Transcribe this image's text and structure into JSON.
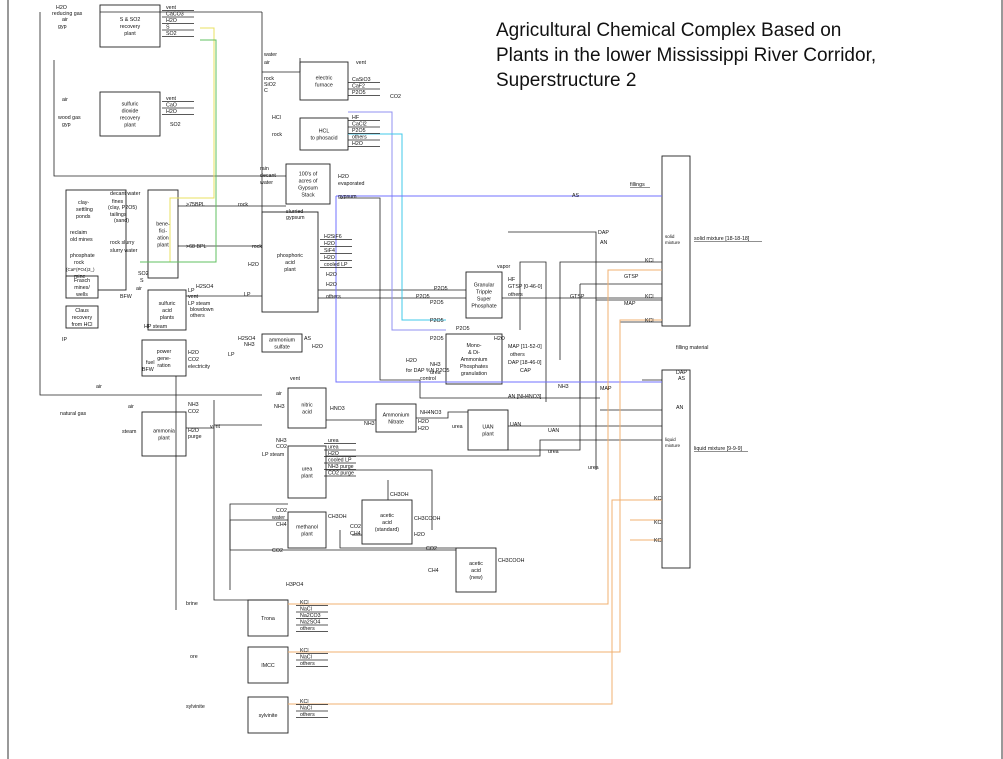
{
  "title": {
    "line1": "Agricultural Chemical Complex Based on",
    "line2": "Plants in the lower Mississippi River Corridor,",
    "line3": "Superstructure 2"
  },
  "colors": {
    "line": "#222222",
    "blue": "#7070ff",
    "cyan": "#40c8e8",
    "yellow": "#e8e060",
    "green": "#60c060",
    "orange": "#f0b070",
    "lavender": "#9090f0"
  },
  "plants": {
    "s_so2": [
      "S & SO2",
      "recovery",
      "plant"
    ],
    "sulfur_dioxide": [
      "sulfuric",
      "dioxide",
      "recovery",
      "plant"
    ],
    "electric_furnace": [
      "electric",
      "furnace"
    ],
    "hcl": [
      "HCL",
      "to phosacid"
    ],
    "gypsum": [
      "100's of",
      "acres of",
      "Gypsum",
      "Stack"
    ],
    "clay": [
      "clay-",
      "settling",
      "ponds"
    ],
    "reclaim": [
      "reclaim",
      "old mines"
    ],
    "phosrock": [
      "phosphate",
      "rock",
      "(CaF(PO4)3_)",
      "mine"
    ],
    "benef": [
      "bene-",
      "fici-",
      "ation",
      "plant"
    ],
    "phosacid": [
      "phosphoric",
      "acid",
      "plant"
    ],
    "granular": [
      "Granular",
      "Tripple",
      "Super",
      "Phosphate"
    ],
    "frasch": [
      "Frasch",
      "mines/",
      "wells"
    ],
    "claus": [
      "Claus",
      "recovery",
      "from HCl"
    ],
    "sulfuric": [
      "sulfuric",
      "acid",
      "plants"
    ],
    "ammsulf": [
      "ammonium",
      "sulfate"
    ],
    "monodi": [
      "Mono-",
      "& Di-",
      "Ammonium",
      "Phosphates",
      "granulation"
    ],
    "power": [
      "power",
      "gene-",
      "ration"
    ],
    "nitric": [
      "nitric",
      "acid"
    ],
    "ammnitrate": [
      "Ammonium",
      "Nitrate"
    ],
    "uanplant": [
      "UAN",
      "plant"
    ],
    "ammonia": [
      "ammonia",
      "plant"
    ],
    "urea": [
      "urea",
      "plant"
    ],
    "methanol": [
      "methanol",
      "plant"
    ],
    "acetic_std": [
      "acetic",
      "acid",
      "(standard)"
    ],
    "acetic_new": [
      "acetic",
      "acid",
      "(new)"
    ],
    "trona": [
      "Trona"
    ],
    "imcc": [
      "IMCC"
    ],
    "sylvinite": [
      "sylvinite"
    ],
    "solid": [
      "solid",
      "mixture"
    ],
    "liquid": [
      "liquid",
      "mixture"
    ]
  },
  "streams": {
    "h2o": "H2O",
    "reducing_gas": "reducing gas",
    "air": "air",
    "gyp": "gyp",
    "vent": "vent",
    "caco3": "CaCO3",
    "s": "S",
    "so2": "SO2",
    "cao": "CaO",
    "wood_gas": "wood gas",
    "water": "water",
    "rock": "rock",
    "sio2": "SiO2",
    "c": "C",
    "casio3": "CaSiO3",
    "caf2": "CaF2",
    "p2o5": "P2O5",
    "co2": "CO2",
    "hcl": "HCl",
    "hf": "HF",
    "cacl2": "CaCl2",
    "others": "others",
    "rain": "rain",
    "decant": "decant",
    "evaporated": "evaporated",
    "gypsum_u": "gypsum",
    "slurried_gypsum": [
      "slurried",
      "gypsum"
    ],
    "decant_water": "decant water",
    "fines": "fines",
    "clay_p2o5": "(clay, P2O5)",
    "tailings": "tailings",
    "sand": "(sand)",
    "rock_slurry": "rock slurry",
    "slurry_water": "slurry water",
    "bpl75": ">75BPL",
    "bpl68": ">68 BPL",
    "h2sif6": "H2SiF6",
    "sif4": "SiF4",
    "cooled_lp": "cooled LP",
    "vapor": "vapor",
    "gtsp_0460": "GTSP [0-46-0]",
    "gtsp": "GTSP",
    "as": "AS",
    "dap": "DAP",
    "an": "AN",
    "map": "MAP",
    "kcl": "KCl",
    "fillings": "fillings",
    "solid_out": "solid mixture [18-18-18]",
    "liquid_out": "liquid mixture [9-9-9]",
    "filling_material": "filling material",
    "h2so4": "H2SO4",
    "lp": "LP",
    "bfw": "BFW",
    "lp_steam": "LP steam",
    "blowdown": "blowdown",
    "hp_steam": "HP steam",
    "nh3": "NH3",
    "map_11520": "MAP [11-52-0]",
    "dap_18460": "DAP [18-46-0]",
    "cap": "CAP",
    "dap_control": "for DAP %N P2O5",
    "control": "control",
    "ip": "IP",
    "fuel": "fuel",
    "electricity": "electricity",
    "hno3": "HNO3",
    "nh4no3": "NH4NO3",
    "an_nh4no3": "AN [NH4NO3]",
    "uan": "UAN",
    "urea": "urea",
    "natural_gas": "natural gas",
    "steam": "steam",
    "purge": "purge",
    "nh3_purge": "NH3 purge",
    "co2_purge": "CO2 purge",
    "ch3oh": "CH3OH",
    "ch3cooh": "CH3COOH",
    "ch4": "CH4",
    "h3po4": "H3PO4",
    "brine": "brine",
    "nacl": "NaCl",
    "na2co3": "Na2CO3",
    "na2so4": "Na2SO4",
    "ore": "ore",
    "sylvinite_in": "sylvinite"
  }
}
